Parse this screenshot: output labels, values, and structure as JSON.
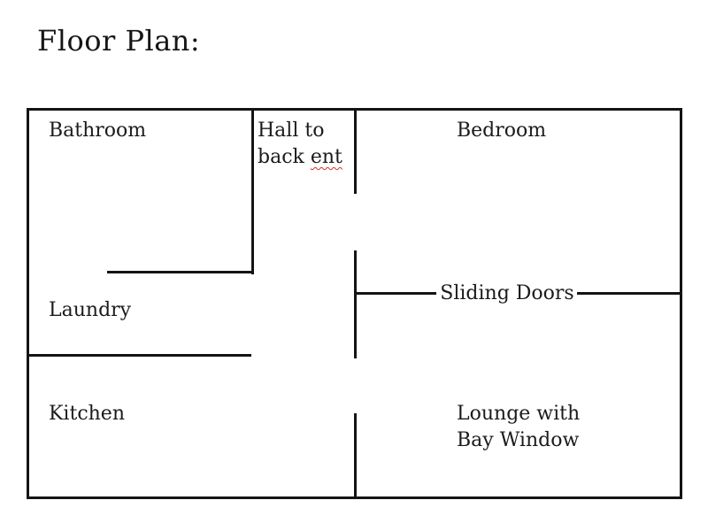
{
  "page": {
    "title": "Floor Plan:"
  },
  "floor_plan": {
    "rooms": {
      "bathroom": {
        "label": "Bathroom"
      },
      "hall": {
        "line1": "Hall to",
        "line2_prefix": "back",
        "misspelled_word": "ent"
      },
      "bedroom": {
        "label": "Bedroom"
      },
      "laundry": {
        "label": "Laundry"
      },
      "kitchen": {
        "label": "Kitchen"
      },
      "lounge": {
        "line1": "Lounge with",
        "line2": "Bay Window"
      }
    },
    "features": {
      "sliding_doors": {
        "label": "Sliding Doors"
      }
    },
    "colors": {
      "wall": "#141414",
      "text": "#1b1b1b",
      "spellcheck_underline": "#cc3322",
      "background": "#ffffff"
    }
  }
}
